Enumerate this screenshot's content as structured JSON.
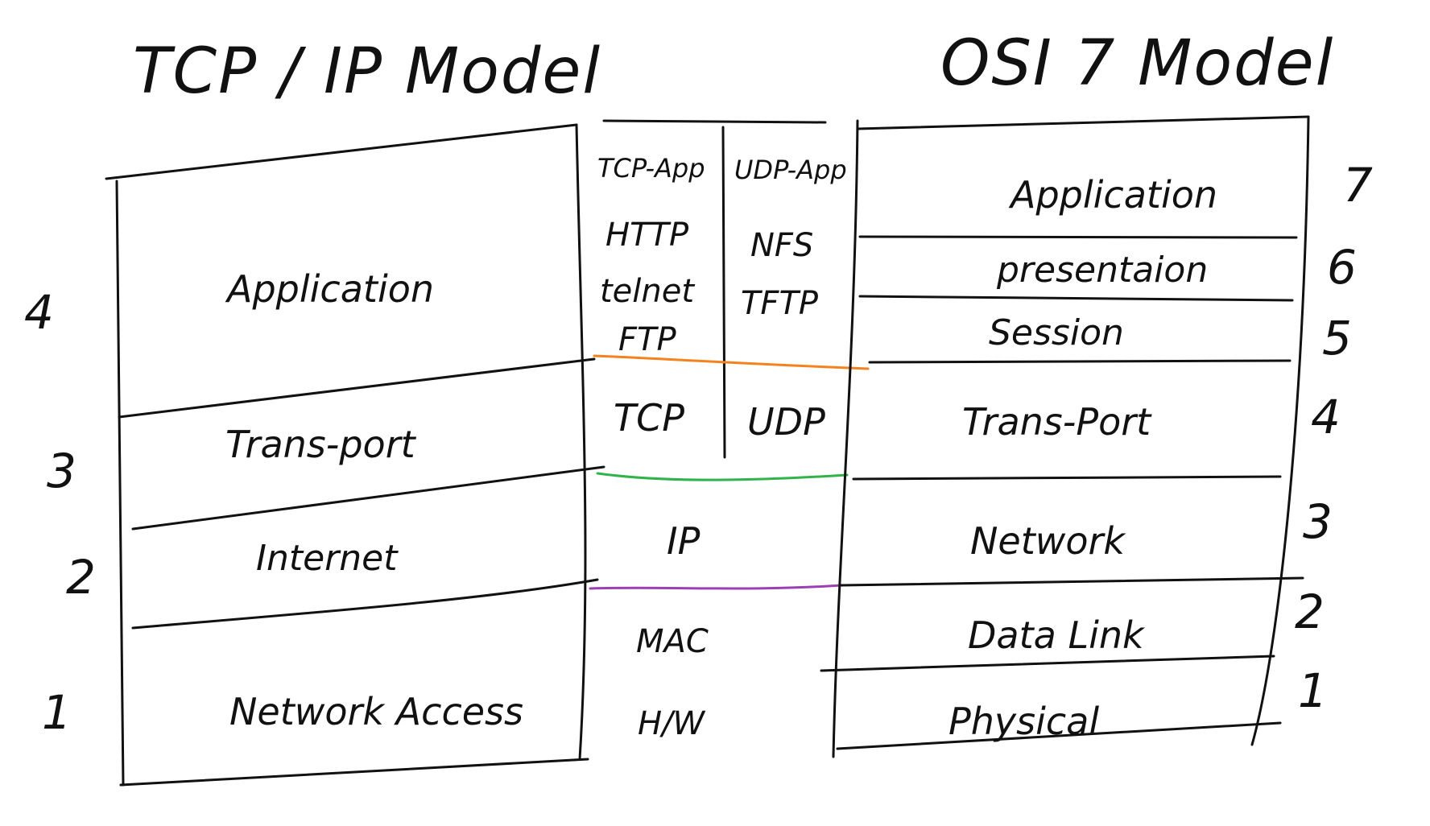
{
  "titles": {
    "tcpip": "TCP / IP Model",
    "osi": "OSI 7 Model"
  },
  "tcpip_layers": [
    {
      "number": "4",
      "name": "Application"
    },
    {
      "number": "3",
      "name": "Trans-port"
    },
    {
      "number": "2",
      "name": "Internet"
    },
    {
      "number": "1",
      "name": "Network Access"
    }
  ],
  "protocols": {
    "tcp_app_header": "TCP-App",
    "udp_app_header": "UDP-App",
    "tcp_apps": [
      "HTTP",
      "telnet",
      "FTP"
    ],
    "udp_apps": [
      "NFS",
      "TFTP"
    ],
    "transport_tcp": "TCP",
    "transport_udp": "UDP",
    "internet": "IP",
    "datalink": "MAC",
    "physical": "H/W"
  },
  "osi_layers": [
    {
      "number": "7",
      "name": "Application"
    },
    {
      "number": "6",
      "name": "presentaion"
    },
    {
      "number": "5",
      "name": "Session"
    },
    {
      "number": "4",
      "name": "Trans-Port"
    },
    {
      "number": "3",
      "name": "Network"
    },
    {
      "number": "2",
      "name": "Data Link"
    },
    {
      "number": "1",
      "name": "Physical"
    }
  ],
  "colors": {
    "ink": "#111111",
    "app_transport_boundary": "#f5821f",
    "transport_network_boundary": "#2fb34a",
    "network_datalink_boundary": "#9b3fb5"
  }
}
